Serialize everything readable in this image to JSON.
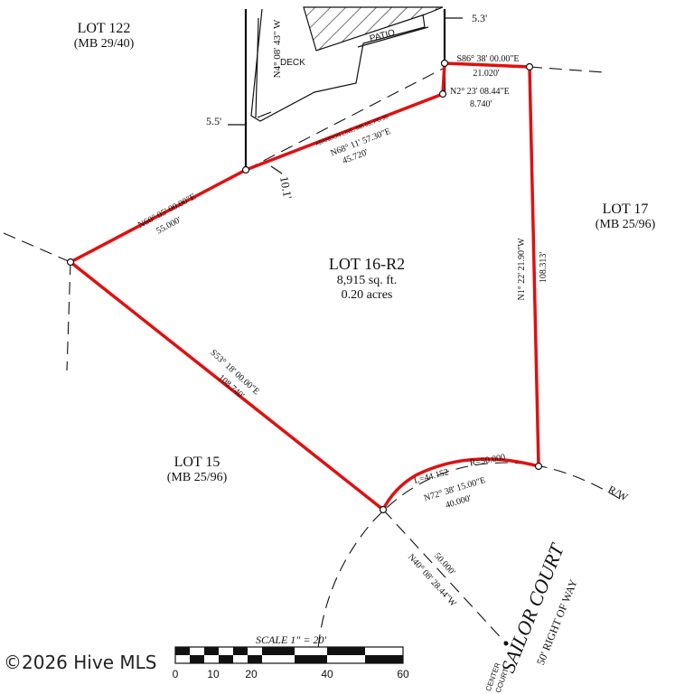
{
  "lots": {
    "lot122": {
      "name": "LOT 122",
      "ref": "(MB 29/40)"
    },
    "lot17": {
      "name": "LOT 17",
      "ref": "(MB 25/96)"
    },
    "lot15": {
      "name": "LOT 15",
      "ref": "(MB 25/96)"
    },
    "subject": {
      "name": "LOT 16-R2",
      "area_sqft": "8,915 sq. ft.",
      "area_acres": "0.20 acres"
    }
  },
  "features": {
    "deck": "DECK",
    "patio": "PATIO",
    "abandon_line": "ABANDON LINE, MB 65, PG 35",
    "right_of_way": "R/W",
    "center_label": "CENTER",
    "center_label2": "COURT",
    "street_name": "SAILOR COURT",
    "street_row": "50' RIGHT OF WAY"
  },
  "bearings": {
    "west_line": "N4° 08' 43\" W",
    "top_offset": "5.3'",
    "left_offset": "5.5'",
    "gap_offset": "10.1'",
    "s86": {
      "bearing": "S86° 38' 00.00\"E",
      "distance": "21.020'"
    },
    "n2": {
      "bearing": "N2° 23' 08.44\"E",
      "distance": "8.740'"
    },
    "n68": {
      "bearing": "N68° 11' 57.30\"E",
      "distance": "45.720'"
    },
    "n60": {
      "bearing": "N60° 05' 00.00\"E",
      "distance": "55.000'"
    },
    "n1": {
      "bearing": "N1° 22' 21.90\"W",
      "distance": "108.313'"
    },
    "s53": {
      "bearing": "S53° 18' 00.00\"E",
      "distance": "108.740'"
    },
    "curve": {
      "length": "L=44.152",
      "radius": "R=50.000"
    },
    "n72": {
      "bearing": "N72° 38' 15.00\"E",
      "distance": "40.000'"
    },
    "n40": {
      "bearing": "N40° 08' 28.44\"W",
      "distance": "50.000'"
    }
  },
  "scale": {
    "title": "SCALE 1\" = 20'",
    "ticks": [
      "0",
      "10",
      "20",
      "40",
      "60"
    ]
  },
  "watermark": "©2026 Hive MLS",
  "colors": {
    "boundary": "#e01010",
    "ink": "#111111"
  }
}
